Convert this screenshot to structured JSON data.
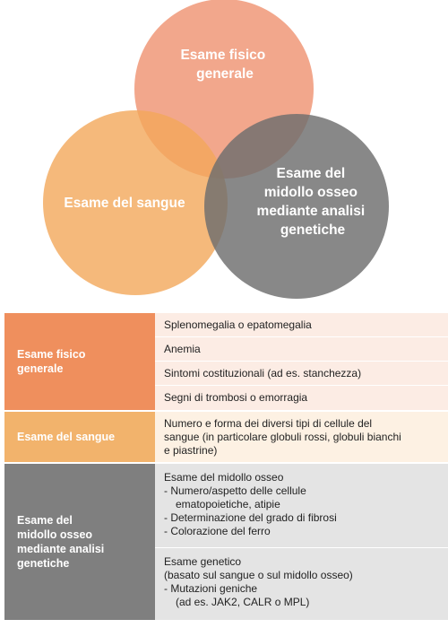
{
  "venn": {
    "physical_label": [
      "Esame fisico",
      "generale"
    ],
    "blood_label": [
      "Esame del sangue"
    ],
    "marrow_label": [
      "Esame del",
      "midollo osseo",
      "mediante analisi",
      "genetiche"
    ],
    "colors": {
      "physical": "#ee8a65",
      "blood": "#f3a85a",
      "marrow": "#6e6e6e"
    }
  },
  "table": {
    "physical": {
      "header": [
        "Esame fisico",
        "generale"
      ],
      "items": [
        "Splenomegalia o epatomegalia",
        "Anemia",
        "Sintomi costituzionali (ad es. stanchezza)",
        "Segni di trombosi o emorragia"
      ]
    },
    "blood": {
      "header": [
        "Esame del sangue"
      ],
      "lines": [
        "Numero e forma dei diversi tipi di cellule del",
        "sangue (in particolare globuli rossi, globuli bianchi",
        "e piastrine)"
      ]
    },
    "marrow": {
      "header": [
        "Esame del",
        "midollo osseo",
        "mediante analisi",
        "genetiche"
      ],
      "marrow_exam": [
        "Esame del midollo osseo",
        "- Numero/aspetto delle cellule",
        "ematopoietiche, atipie",
        "- Determinazione del grado di fibrosi",
        "- Colorazione del ferro"
      ],
      "genetic_exam": [
        "Esame genetico",
        "(basato sul sangue o sul midollo osseo)",
        "- Mutazioni geniche",
        "(ad es. JAK2, CALR o MPL)"
      ]
    }
  }
}
